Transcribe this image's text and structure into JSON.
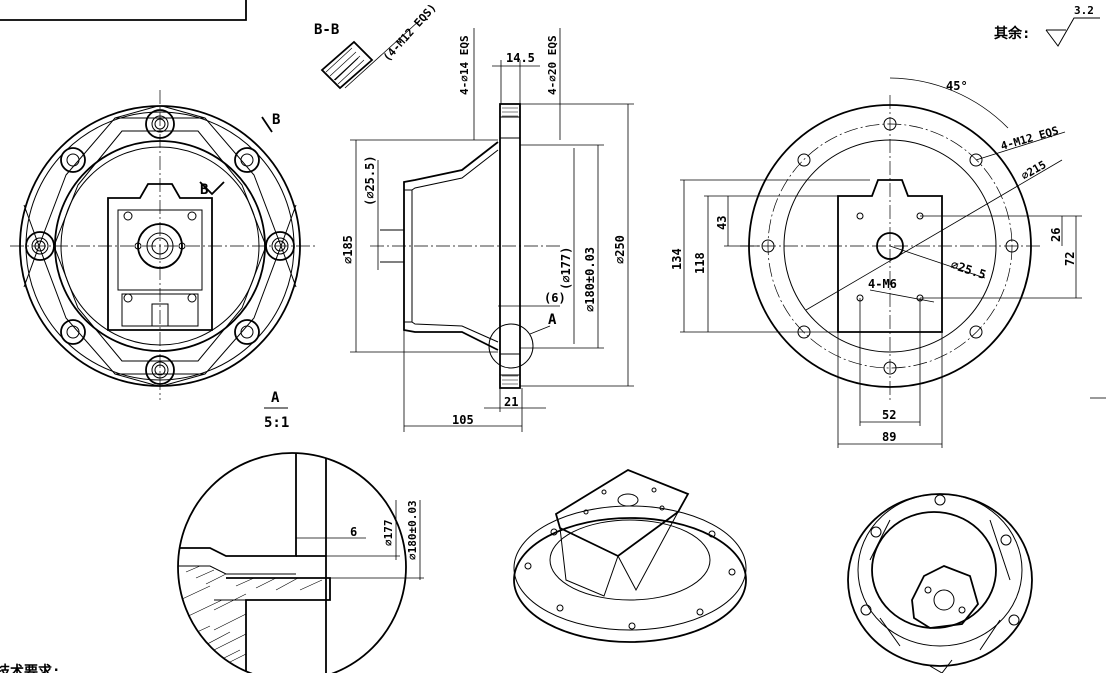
{
  "section_label": "B-B",
  "section_marker": "B",
  "detail_marker": "A",
  "detail_scale": "5:1",
  "surface_note": {
    "prefix": "其余:",
    "roughness": "3.2"
  },
  "requirements_heading": "技术要求:",
  "dims": {
    "m12_section": "(4-M12 EQS)",
    "holes_14": "4-⌀14 EQS",
    "holes_20": "4-⌀20 EQS",
    "w_14_5": "14.5",
    "d_25_5_ref": "(⌀25.5)",
    "d_185": "⌀185",
    "d_177_ref": "(⌀177)",
    "d_180": "⌀180±0.03",
    "d_250": "⌀250",
    "gap_6_ref": "(6)",
    "len_105": "105",
    "len_21": "21",
    "angle_45": "45°",
    "m12_holes": "4-M12 EQS",
    "d_215": "⌀215",
    "d_25_5": "⌀25.5",
    "m6_holes": "4-M6",
    "h_134": "134",
    "h_118": "118",
    "h_43": "43",
    "h_26": "26",
    "h_72": "72",
    "w_52": "52",
    "w_89": "89",
    "detail_6": "6",
    "detail_d177": "⌀177",
    "detail_d180": "⌀180±0.03"
  }
}
